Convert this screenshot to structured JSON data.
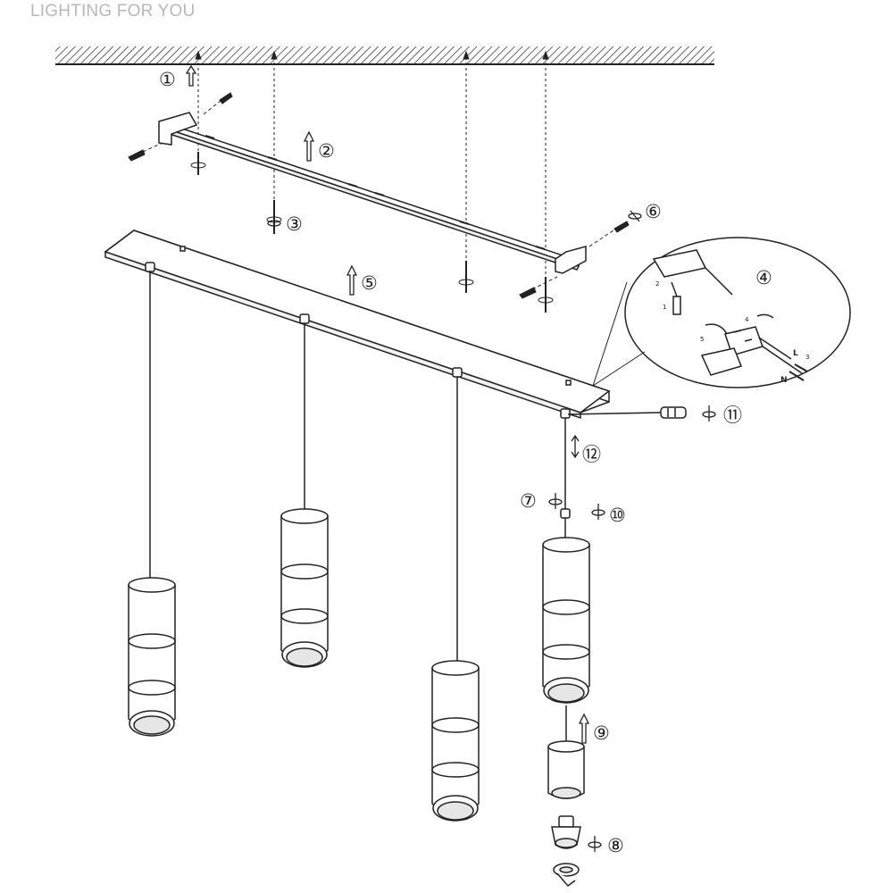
{
  "header": {
    "brand": "LIGHTING FOR YOU"
  },
  "colors": {
    "line": "#222222",
    "brand": "#b8b8b8",
    "background": "#ffffff"
  },
  "steps": {
    "s1": "①",
    "s2": "②",
    "s3": "③",
    "s4": "④",
    "s5": "⑤",
    "s6": "⑥",
    "s7": "⑦",
    "s8": "⑧",
    "s9": "⑨",
    "s10": "⑩",
    "s11": "⑪",
    "s12": "⑫"
  },
  "wiring_detail": {
    "labels": {
      "n1": "1",
      "n2": "2",
      "n3": "3",
      "n4": "4",
      "n5": "5",
      "live": "L",
      "neutral": "N"
    }
  }
}
